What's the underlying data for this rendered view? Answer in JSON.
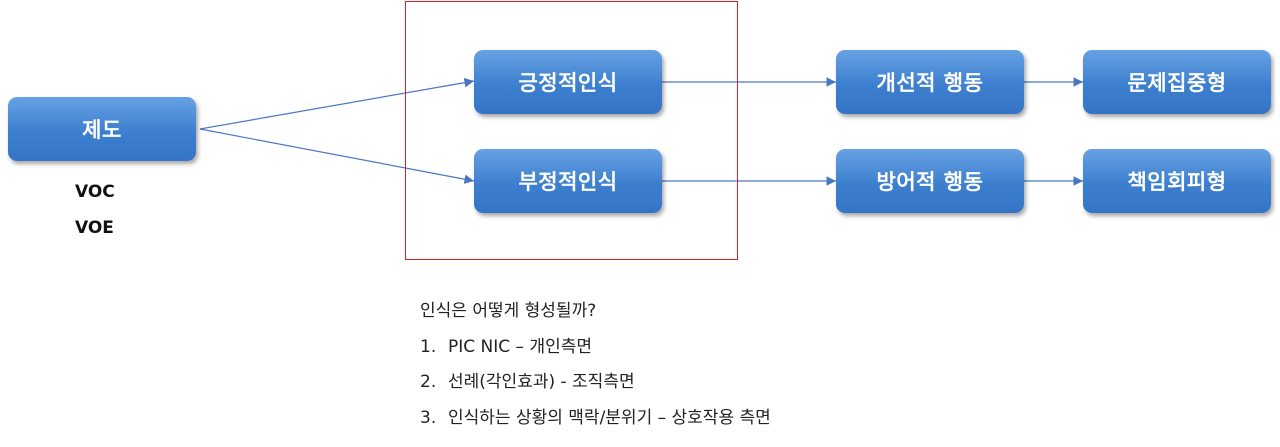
{
  "diagram": {
    "nodes": {
      "institution": "제도",
      "positive_perception": "긍정적인식",
      "negative_perception": "부정적인식",
      "improvement_behavior": "개선적 행동",
      "defensive_behavior": "방어적 행동",
      "problem_focused": "문제집중형",
      "responsibility_avoidance": "책임회피형"
    },
    "tags": [
      "VOC",
      "VOE"
    ],
    "edges": [
      [
        "institution",
        "positive_perception"
      ],
      [
        "institution",
        "negative_perception"
      ],
      [
        "positive_perception",
        "improvement_behavior"
      ],
      [
        "negative_perception",
        "defensive_behavior"
      ],
      [
        "improvement_behavior",
        "problem_focused"
      ],
      [
        "defensive_behavior",
        "responsibility_avoidance"
      ]
    ],
    "highlight_color": "#e02020",
    "node_color": "#3d7fcf",
    "line_color": "#4a78c0"
  },
  "notes": {
    "question": "인식은 어떻게 형성될까?",
    "items": [
      {
        "num": "1.",
        "text": "PIC NIC – 개인측면"
      },
      {
        "num": "2.",
        "text": "선례(각인효과) - 조직측면"
      },
      {
        "num": "3.",
        "text": "인식하는 상황의 맥락/분위기 – 상호작용 측면"
      }
    ]
  }
}
